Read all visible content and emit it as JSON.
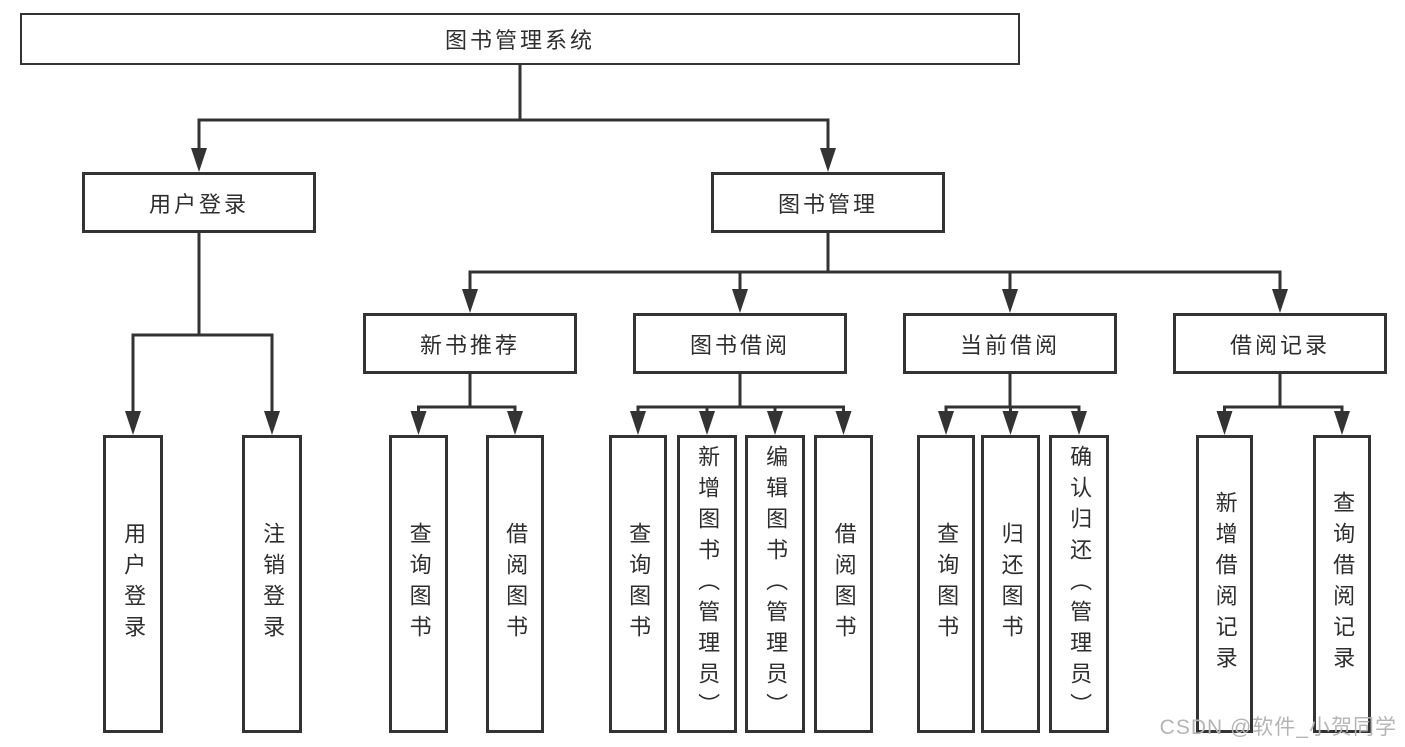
{
  "colors": {
    "background": "#ffffff",
    "line": "#333333",
    "box_border": "#333333",
    "text": "#2e2e2e",
    "watermark": "#b5b5b5"
  },
  "watermark": "CSDN @软件_小贺同学",
  "nodes": [
    {
      "id": "root",
      "label": "图书管理系统",
      "orient": "h",
      "level": 1
    },
    {
      "id": "login",
      "label": "用户登录",
      "orient": "h",
      "level": 2,
      "parent": "root"
    },
    {
      "id": "mgmt",
      "label": "图书管理",
      "orient": "h",
      "level": 2,
      "parent": "root"
    },
    {
      "id": "rec",
      "label": "新书推荐",
      "orient": "h",
      "level": 3,
      "parent": "mgmt"
    },
    {
      "id": "bor",
      "label": "图书借阅",
      "orient": "h",
      "level": 3,
      "parent": "mgmt"
    },
    {
      "id": "cur",
      "label": "当前借阅",
      "orient": "h",
      "level": 3,
      "parent": "mgmt"
    },
    {
      "id": "his",
      "label": "借阅记录",
      "orient": "h",
      "level": 3,
      "parent": "mgmt"
    },
    {
      "id": "login-user",
      "label": "用户登录",
      "orient": "v",
      "level": 4,
      "parent": "login"
    },
    {
      "id": "login-out",
      "label": "注销登录",
      "orient": "v",
      "level": 4,
      "parent": "login"
    },
    {
      "id": "rec-query",
      "label": "查询图书",
      "orient": "v",
      "level": 4,
      "parent": "rec"
    },
    {
      "id": "rec-borrow",
      "label": "借阅图书",
      "orient": "v",
      "level": 4,
      "parent": "rec"
    },
    {
      "id": "bor-query",
      "label": "查询图书",
      "orient": "v",
      "level": 4,
      "parent": "bor"
    },
    {
      "id": "bor-add",
      "label": "新增图书（管理员）",
      "orient": "v",
      "level": 4,
      "parent": "bor"
    },
    {
      "id": "bor-edit",
      "label": "编辑图书（管理员）",
      "orient": "v",
      "level": 4,
      "parent": "bor"
    },
    {
      "id": "bor-borrow",
      "label": "借阅图书",
      "orient": "v",
      "level": 4,
      "parent": "bor"
    },
    {
      "id": "cur-query",
      "label": "查询图书",
      "orient": "v",
      "level": 4,
      "parent": "cur"
    },
    {
      "id": "cur-return",
      "label": "归还图书",
      "orient": "v",
      "level": 4,
      "parent": "cur"
    },
    {
      "id": "cur-confirm",
      "label": "确认归还（管理员）",
      "orient": "v",
      "level": 4,
      "parent": "cur"
    },
    {
      "id": "his-add",
      "label": "新增借阅记录",
      "orient": "v",
      "level": 4,
      "parent": "his"
    },
    {
      "id": "his-query",
      "label": "查询借阅记录",
      "orient": "v",
      "level": 4,
      "parent": "his"
    }
  ]
}
